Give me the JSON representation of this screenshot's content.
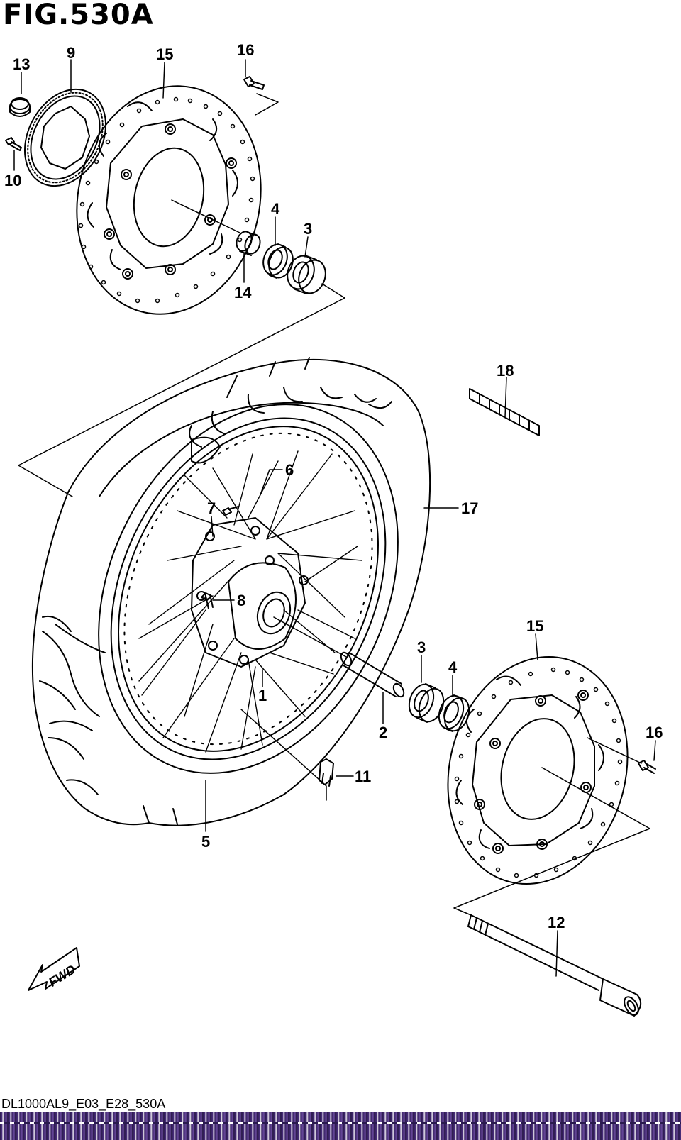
{
  "figure": {
    "title": "FIG.530A",
    "drawing_code": "DL1000AL9_E03_E28_530A",
    "direction_label": "FWD"
  },
  "callouts": [
    {
      "id": "c13",
      "label": "13"
    },
    {
      "id": "c9",
      "label": "9"
    },
    {
      "id": "c15a",
      "label": "15"
    },
    {
      "id": "c16a",
      "label": "16"
    },
    {
      "id": "c10",
      "label": "10"
    },
    {
      "id": "c4a",
      "label": "4"
    },
    {
      "id": "c3a",
      "label": "3"
    },
    {
      "id": "c14",
      "label": "14"
    },
    {
      "id": "c18",
      "label": "18"
    },
    {
      "id": "c6",
      "label": "6"
    },
    {
      "id": "c17",
      "label": "17"
    },
    {
      "id": "c7",
      "label": "7"
    },
    {
      "id": "c8",
      "label": "8"
    },
    {
      "id": "c1",
      "label": "1"
    },
    {
      "id": "c15b",
      "label": "15"
    },
    {
      "id": "c3b",
      "label": "3"
    },
    {
      "id": "c4b",
      "label": "4"
    },
    {
      "id": "c16b",
      "label": "16"
    },
    {
      "id": "c2",
      "label": "2"
    },
    {
      "id": "c11",
      "label": "11"
    },
    {
      "id": "c5",
      "label": "5"
    },
    {
      "id": "c12",
      "label": "12"
    }
  ]
}
